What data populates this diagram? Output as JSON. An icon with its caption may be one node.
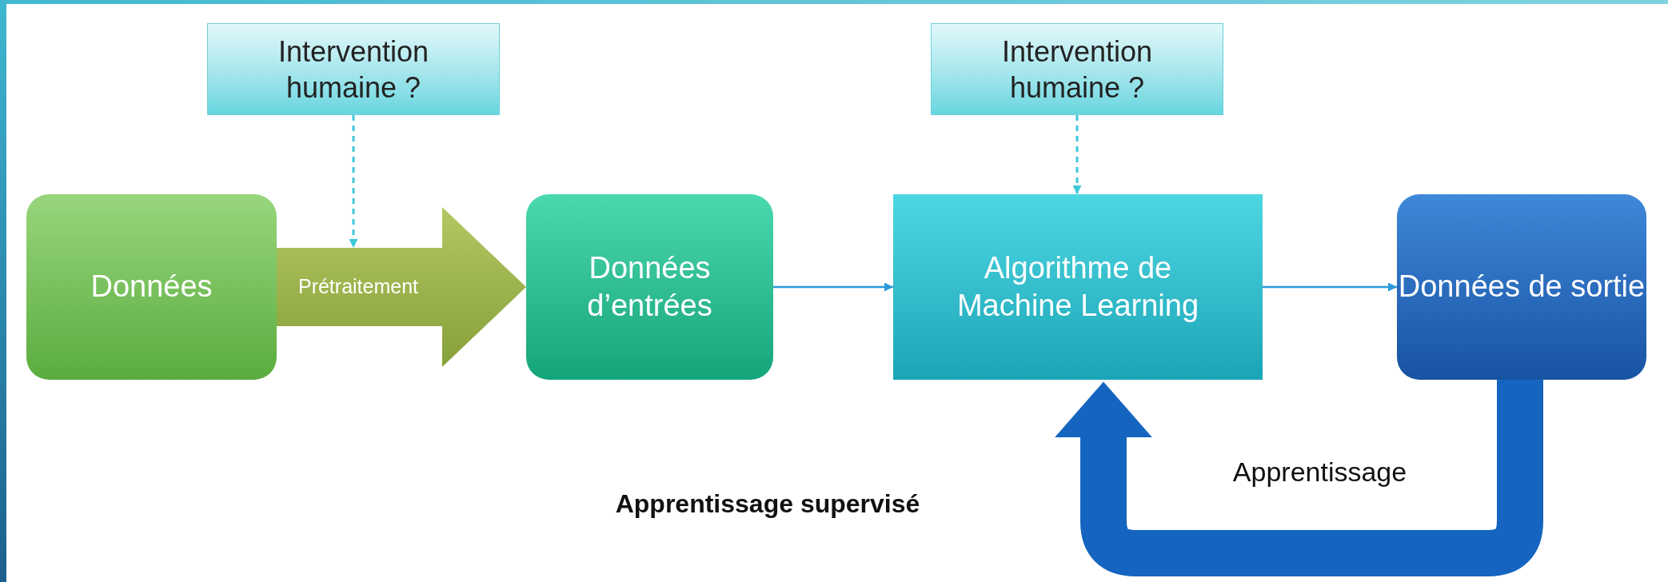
{
  "diagram": {
    "nodes": [
      {
        "text": [
          "Intervention humaine ?"
        ]
      },
      {
        "text": [
          "Intervention humaine ?"
        ]
      },
      {
        "text": [
          "Données"
        ]
      },
      {
        "text": [
          "Données d’entrées"
        ]
      },
      {
        "text": [
          "Algorithme de Machine Learning"
        ]
      },
      {
        "text": [
          "Données de sortie"
        ]
      }
    ],
    "edges": [
      {
        "from": 0,
        "to": null,
        "arrow": "to",
        "style": "dashed",
        "color": "#3ec8d8"
      },
      {
        "from": 1,
        "to": 4,
        "arrow": "to",
        "style": "dashed",
        "color": "#3ec8d8"
      },
      {
        "from": 2,
        "to": 3,
        "arrow": "to",
        "style": "thick",
        "color": "#9ab44a",
        "label": "Prétraitement"
      },
      {
        "from": 3,
        "to": 4,
        "arrow": "to"
      },
      {
        "from": 4,
        "to": 5,
        "arrow": "to"
      },
      {
        "from": 5,
        "to": 4,
        "arrow": "to",
        "style": "thick",
        "color": "#1565c0",
        "label": "Apprentissage"
      }
    ],
    "labels": [
      "Apprentissage supervisé"
    ]
  }
}
